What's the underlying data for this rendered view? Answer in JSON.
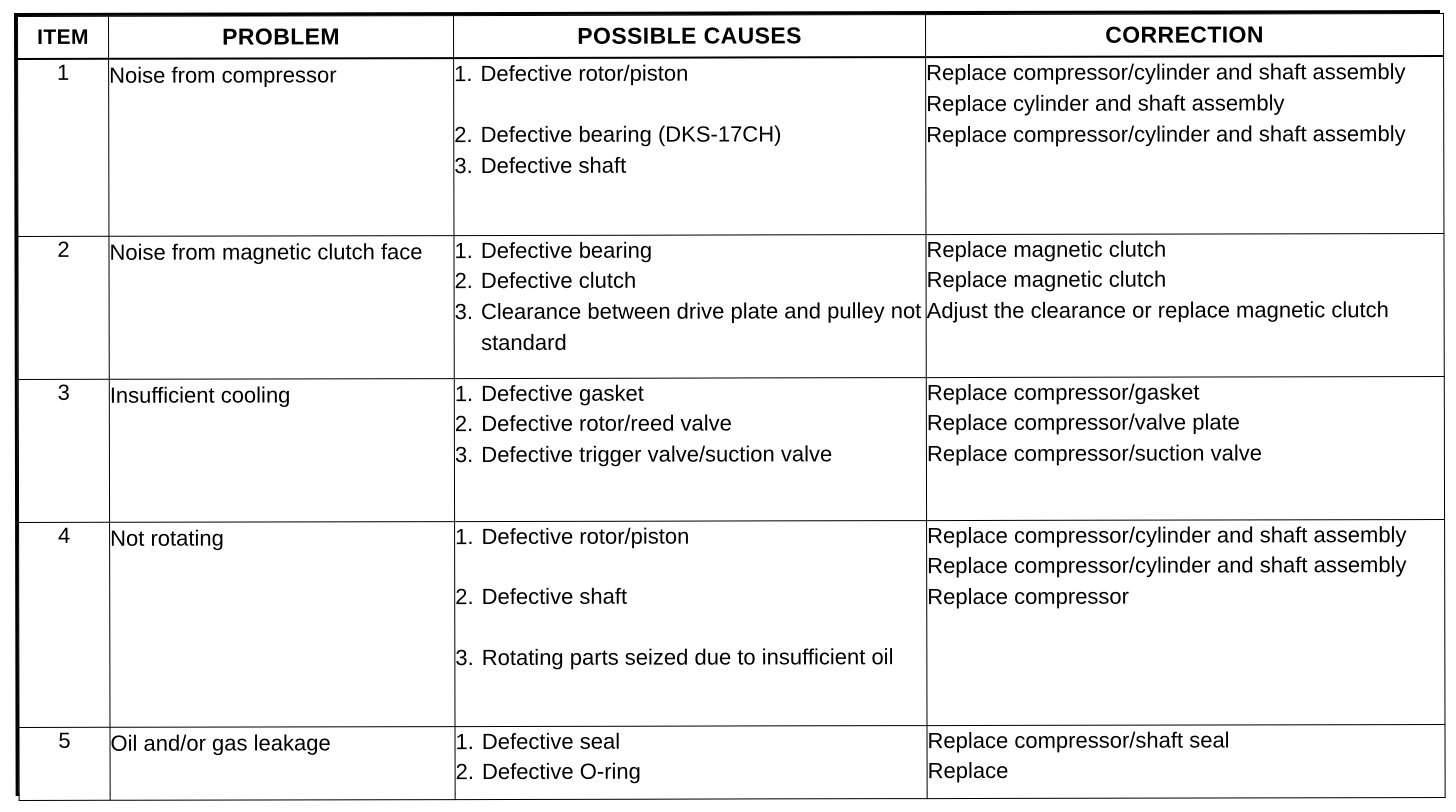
{
  "table": {
    "columns": [
      "ITEM",
      "PROBLEM",
      "POSSIBLE CAUSES",
      "CORRECTION"
    ],
    "rows": [
      {
        "item": "1",
        "problem": "Noise from compressor",
        "causes": [
          {
            "num": "1.",
            "text": "Defective rotor/piston"
          },
          {
            "num": "2.",
            "text": "Defective bearing (DKS-17CH)"
          },
          {
            "num": "3.",
            "text": "Defective shaft"
          }
        ],
        "corrections": [
          "Replace compressor/cylinder and shaft assembly",
          "Replace cylinder and shaft assembly",
          "Replace compressor/cylinder and shaft assembly"
        ]
      },
      {
        "item": "2",
        "problem": "Noise from magnetic clutch face",
        "causes": [
          {
            "num": "1.",
            "text": "Defective bearing"
          },
          {
            "num": "2.",
            "text": "Defective clutch"
          },
          {
            "num": "3.",
            "text": "Clearance between drive plate and pulley not standard"
          }
        ],
        "corrections": [
          "Replace magnetic clutch",
          "Replace magnetic clutch",
          "Adjust the clearance or replace magnetic clutch"
        ]
      },
      {
        "item": "3",
        "problem": "Insufficient cooling",
        "causes": [
          {
            "num": "1.",
            "text": "Defective gasket"
          },
          {
            "num": "2.",
            "text": "Defective rotor/reed valve"
          },
          {
            "num": "3.",
            "text": "Defective trigger valve/suction valve"
          }
        ],
        "corrections": [
          "Replace compressor/gasket",
          "Replace compressor/valve plate",
          "Replace compressor/suction valve"
        ]
      },
      {
        "item": "4",
        "problem": "Not rotating",
        "causes": [
          {
            "num": "1.",
            "text": "Defective rotor/piston"
          },
          {
            "num": "2.",
            "text": "Defective shaft"
          },
          {
            "num": "3.",
            "text": "Rotating parts seized due to insufficient oil"
          }
        ],
        "corrections": [
          "Replace compressor/cylinder and shaft assembly",
          "Replace compressor/cylinder and shaft assembly",
          "Replace compressor"
        ]
      },
      {
        "item": "5",
        "problem": "Oil and/or gas leakage",
        "causes": [
          {
            "num": "1.",
            "text": "Defective seal"
          },
          {
            "num": "2.",
            "text": "Defective O-ring"
          }
        ],
        "corrections": [
          "Replace compressor/shaft seal",
          "Replace"
        ]
      }
    ]
  },
  "colors": {
    "ink": "#000000",
    "paper": "#ffffff"
  }
}
